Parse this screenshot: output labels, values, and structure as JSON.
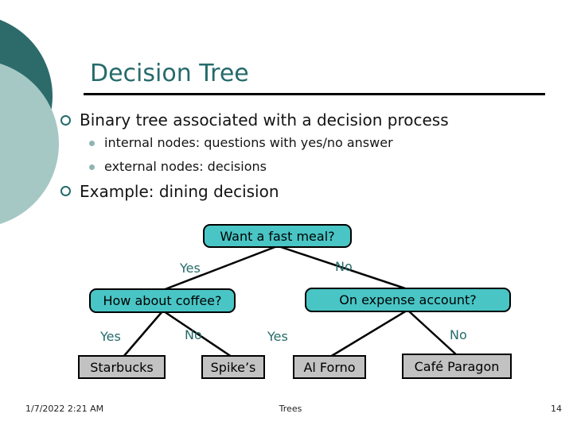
{
  "slide": {
    "title": "Decision Tree",
    "bullets": [
      {
        "text": "Binary tree associated with a decision process",
        "subitems": [
          "internal nodes: questions with yes/no answer",
          "external nodes: decisions"
        ]
      },
      {
        "text": "Example: dining decision",
        "subitems": []
      }
    ]
  },
  "tree": {
    "internal_nodes": [
      {
        "id": "root",
        "label": "Want a fast meal?"
      },
      {
        "id": "coffee",
        "label": "How about coffee?"
      },
      {
        "id": "expense",
        "label": "On expense account?"
      }
    ],
    "leaf_nodes": [
      {
        "id": "starbucks",
        "label": "Starbucks"
      },
      {
        "id": "spikes",
        "label": "Spike’s"
      },
      {
        "id": "alforno",
        "label": "Al Forno"
      },
      {
        "id": "cafeparagon",
        "label": "Café Paragon"
      }
    ],
    "edges": [
      {
        "from": "root",
        "to": "coffee",
        "label": "Yes"
      },
      {
        "from": "root",
        "to": "expense",
        "label": "No"
      },
      {
        "from": "coffee",
        "to": "starbucks",
        "label": "Yes"
      },
      {
        "from": "coffee",
        "to": "spikes",
        "label": "No"
      },
      {
        "from": "expense",
        "to": "alforno",
        "label": "Yes"
      },
      {
        "from": "expense",
        "to": "cafeparagon",
        "label": "No"
      }
    ]
  },
  "footer": {
    "date": "1/7/2022 2:21 AM",
    "section": "Trees",
    "page_number": "14"
  },
  "colors": {
    "title_text": "#266b6b",
    "internal_node_fill": "#49c5c5",
    "leaf_node_fill": "#c2c2c2",
    "edge_label_text": "#266b6b",
    "decorative_circle_dark": "#2d6b6b",
    "decorative_circle_light": "#a5c8c5",
    "sub_bullet_dot": "#8fb5b3"
  }
}
